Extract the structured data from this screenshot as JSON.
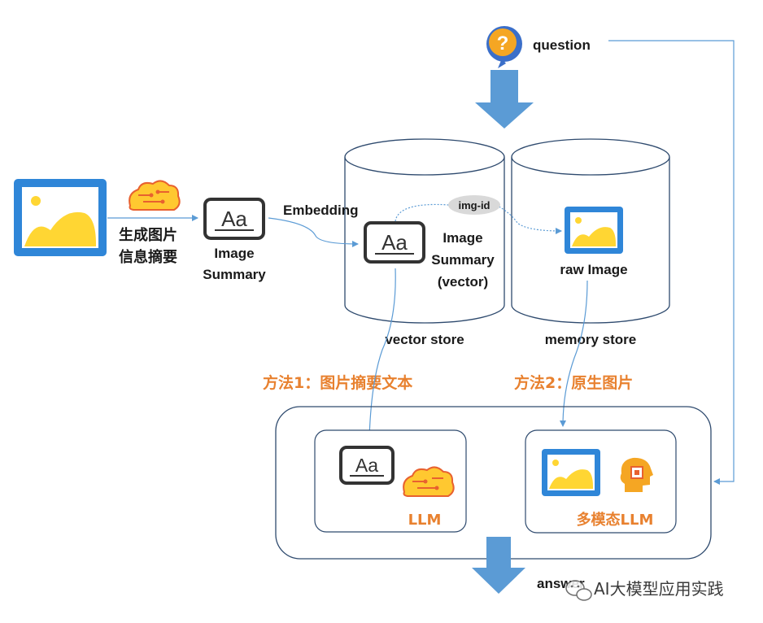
{
  "labels": {
    "question": "question",
    "generate_summary_line1": "生成图片",
    "generate_summary_line2": "信息摘要",
    "image_summary_line1": "Image",
    "image_summary_line2": "Summary",
    "embedding": "Embedding",
    "img_id": "img-id",
    "vector_summary_line1": "Image",
    "vector_summary_line2": "Summary",
    "vector_summary_line3": "(vector)",
    "raw_image": "raw Image",
    "vector_store": "vector store",
    "memory_store": "memory store",
    "method1": "方法1：图片摘要文本",
    "method2": "方法2：原生图片",
    "llm": "LLM",
    "multimodal_llm": "多模态LLM",
    "answer": "answer",
    "watermark": "AI大模型应用实践"
  },
  "icons": {
    "question": "question-bubble-icon",
    "image": "image-icon",
    "brain": "ai-brain-icon",
    "text": "text-document-icon",
    "head": "ai-head-icon",
    "wechat": "wechat-icon"
  },
  "colors": {
    "accent_blue": "#5b9bd5",
    "arrow_blue": "#5b9bd5",
    "orange_text": "#e8812f",
    "image_blue": "#2f86d8",
    "sun_yellow": "#ffd633",
    "dark": "#333333"
  }
}
